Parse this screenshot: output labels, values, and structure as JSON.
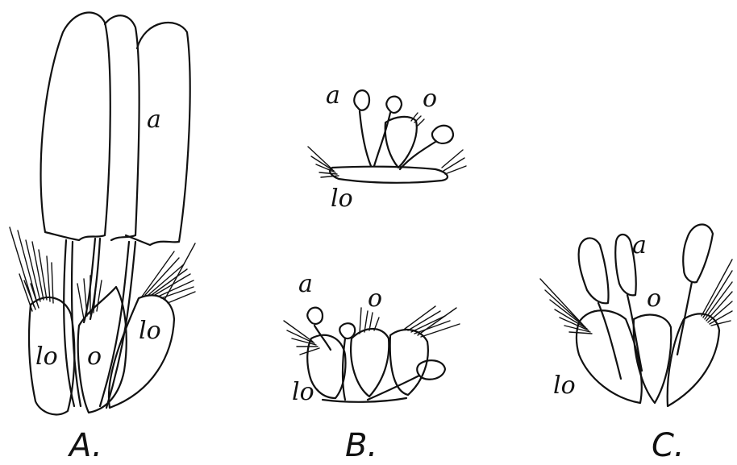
{
  "figures": [
    {
      "caption": "A.",
      "labels": {
        "anther": "a",
        "ovary": "o",
        "lodicule_left": "lo",
        "lodicule_right": "lo"
      }
    },
    {
      "caption": "B.",
      "labels": {
        "anther_top": "a",
        "ovary_top": "o",
        "lodicule_top": "lo",
        "anther_bottom": "a",
        "ovary_bottom": "o",
        "lodicule_bottom": "lo"
      }
    },
    {
      "caption": "C.",
      "labels": {
        "anther": "a",
        "ovary": "o",
        "lodicule": "lo"
      }
    }
  ]
}
